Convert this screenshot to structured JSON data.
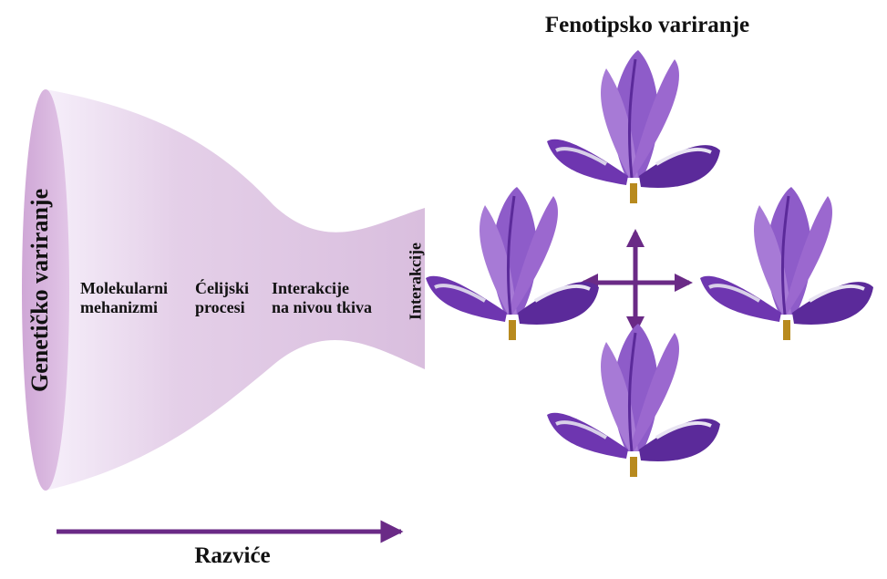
{
  "diagram": {
    "title": "Fenotipsko variranje",
    "left_label": "Genetičko variranje",
    "stages": [
      {
        "line1": "Molekularni",
        "line2": "mehanizmi"
      },
      {
        "line1": "Ćelijski",
        "line2": "procesi"
      },
      {
        "line1": "Interakcije",
        "line2": "na nivou tkiva"
      }
    ],
    "end_label": "Interakcije",
    "axis_label": "Razviće",
    "colors": {
      "funnel": "#d7b3db",
      "arrow": "#6a2a86",
      "petal": "#8a4fc4",
      "petal_dark": "#5b2a9a",
      "stem": "#b88a1e"
    },
    "flower_count": 4,
    "icons": [
      "iris-flower-icon",
      "four-way-arrow-icon",
      "right-arrow-icon"
    ]
  }
}
